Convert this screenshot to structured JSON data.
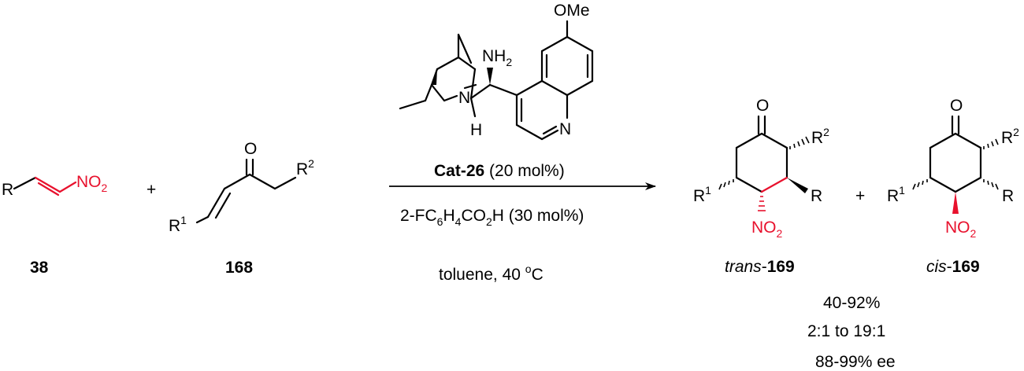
{
  "compounds": {
    "nitroalkene": {
      "id": "38",
      "r": "R",
      "group": "NO",
      "sub": "2"
    },
    "enone": {
      "id": "168",
      "o": "O",
      "r1": "R",
      "r1_sup": "1",
      "r2": "R",
      "r2_sup": "2"
    },
    "trans": {
      "prefix": "trans",
      "id": "169",
      "o": "O",
      "r1": "R",
      "r1_sup": "1",
      "r2": "R",
      "r2_sup": "2",
      "r": "R",
      "group": "NO",
      "sub": "2"
    },
    "cis": {
      "prefix": "cis",
      "id": "169",
      "o": "O",
      "r1": "R",
      "r1_sup": "1",
      "r2": "R",
      "r2_sup": "2",
      "r": "R",
      "group": "NO",
      "sub": "2"
    }
  },
  "plus": "+",
  "hyphen": "-",
  "catalyst": {
    "ome": "OMe",
    "nh2": "NH",
    "nh2_sub": "2",
    "n": "N",
    "h": "H",
    "quin_n": "N"
  },
  "conditions": {
    "cat_name": "Cat-26",
    "cat_loading": " (20 mol%)",
    "acid": {
      "p1": "2-FC",
      "s1": "6",
      "p2": "H",
      "s2": "4",
      "p3": "CO",
      "s3": "2",
      "p4": "H (30 mol%)"
    },
    "solvent": "toluene, 40 ",
    "deg": "o",
    "temp_unit": "C"
  },
  "results": {
    "yield": "40-92%",
    "dr": "2:1 to 19:1",
    "ee": "88-99% ee"
  }
}
